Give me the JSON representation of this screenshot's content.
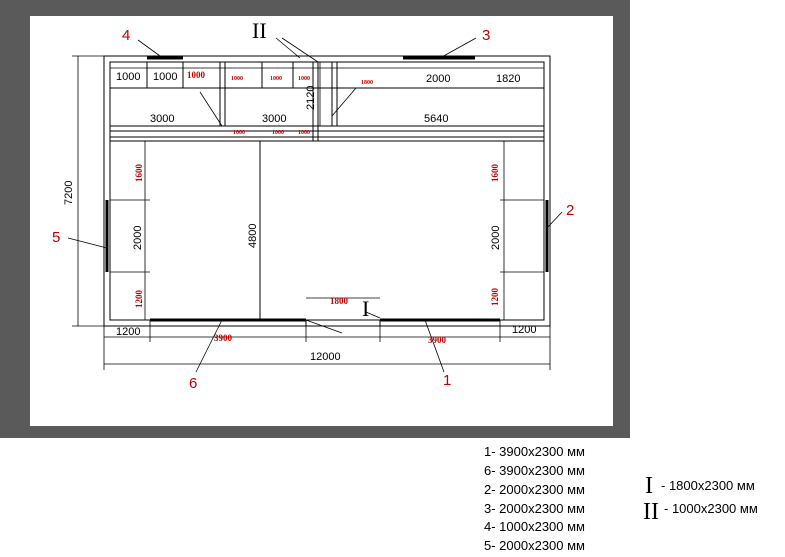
{
  "callouts": {
    "c1": "1",
    "c2": "2",
    "c3": "3",
    "c4": "4",
    "c5": "5",
    "c6": "6",
    "roman1": "I",
    "roman2": "II"
  },
  "dimensions": {
    "overall_width": "12000",
    "overall_height": "7200",
    "top_1000_a": "1000",
    "top_1000_b": "1000",
    "top_1000_red": "1000",
    "top_small_1": "1000",
    "top_small_2": "1000",
    "top_small_3": "1000",
    "top_1800_red": "1800",
    "top_2000": "2000",
    "top_1820": "1820",
    "mid_3000_a": "3000",
    "mid_3000_b": "3000",
    "mid_5640": "5640",
    "mid_2120": "2120",
    "mid_small_1": "1000",
    "mid_small_2": "1000",
    "mid_small_3": "1000",
    "left_1600": "1600",
    "left_2000": "2000",
    "left_1200": "1200",
    "right_1600": "1600",
    "right_2000": "2000",
    "right_1200": "1200",
    "center_4800": "4800",
    "door_1800": "1800",
    "bottom_1200_left": "1200",
    "bottom_3900_left": "3900",
    "bottom_3900_right": "3900",
    "bottom_1200_right": "1200"
  },
  "legend": {
    "items": [
      "1- 3900x2300 мм",
      "6- 3900x2300 мм",
      "2- 2000x2300 мм",
      "3- 2000x2300 мм",
      "4- 1000x2300 мм",
      "5- 2000x2300 мм"
    ],
    "roman_items": [
      {
        "symbol": "I",
        "size": "- 1800x2300 мм"
      },
      {
        "symbol": "II",
        "size": "- 1000x2300 мм"
      }
    ]
  },
  "colors": {
    "frame": "#5a5a5a",
    "wall": "#000000",
    "red": "#c00000"
  }
}
